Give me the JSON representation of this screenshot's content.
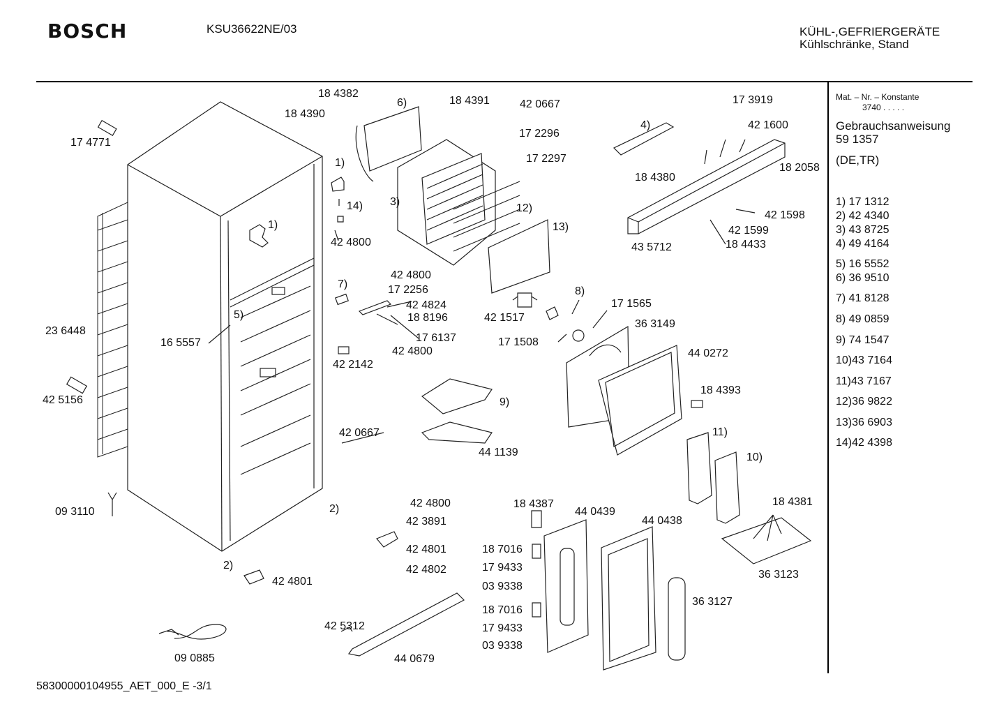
{
  "header": {
    "brand": "BOSCH",
    "model": "KSU36622NE/03",
    "category_line1": "KÜHL-,GEFRIERGERÄTE",
    "category_line2": "Kühlschränke, Stand"
  },
  "sidebar": {
    "mat_title": "Mat. – Nr. – Konstante",
    "mat_value": "3740 .  .  .  .  .",
    "manual_label": "Gebrauchsanweisung",
    "manual_number": "59 1357",
    "languages": "(DE,TR)",
    "legend": [
      "1) 17 1312",
      "2) 42 4340",
      "3) 43 8725",
      "4) 49 4164",
      "5) 16 5552",
      "6) 36 9510",
      "7) 41 8128",
      "8) 49 0859",
      "9) 74 1547",
      "10)43 7164",
      "11)43 7167",
      "12)36 9822",
      "13)36 6903",
      "14)42 4398"
    ]
  },
  "parts": {
    "p01": "18 4382",
    "p02": "6)",
    "p03": "18 4391",
    "p04": "42 0667",
    "p05": "18 4390",
    "p06": "17 2296",
    "p07": "17 2297",
    "p08": "17 3919",
    "p09": "42 1600",
    "p10": "4)",
    "p11": "18 2058",
    "p12": "18 4380",
    "p13": "17 4771",
    "p14": "1)",
    "p15": "14)",
    "p16": "3)",
    "p17": "12)",
    "p18": "1)",
    "p19": "13)",
    "p20": "42 1598",
    "p21": "42 1599",
    "p22": "42 4800",
    "p23": "43 5712",
    "p24": "18 4433",
    "p25": "42 4800",
    "p26": "7)",
    "p27": "17 2256",
    "p28": "42 4824",
    "p29": "8)",
    "p30": "17 1565",
    "p31": "5)",
    "p32": "18 8196",
    "p33": "42 1517",
    "p34": "36 3149",
    "p35": "23 6448",
    "p36": "16 5557",
    "p37": "17 6137",
    "p38": "17 1508",
    "p39": "42 4800",
    "p40": "44 0272",
    "p41": "42 2142",
    "p42": "18 4393",
    "p43": "9)",
    "p44": "42 5156",
    "p45": "42 0667",
    "p46": "11)",
    "p47": "44 1139",
    "p48": "10)",
    "p49": "42 4800",
    "p50": "2)",
    "p51": "18 4387",
    "p52": "44 0439",
    "p53": "44 0438",
    "p54": "18 4381",
    "p55": "09 3110",
    "p56": "42 3891",
    "p57": "18 7016",
    "p58": "42 4801",
    "p59": "17 9433",
    "p60": "2)",
    "p61": "42 4802",
    "p62": "03 9338",
    "p63": "36 3123",
    "p64": "42 4801",
    "p65": "36 3127",
    "p66": "18 7016",
    "p67": "42 5312",
    "p68": "17 9433",
    "p69": "03 9338",
    "p70": "09 0885",
    "p71": "44 0679"
  },
  "footer": {
    "doc_id": "58300000104955_AET_000_E -3/1"
  }
}
